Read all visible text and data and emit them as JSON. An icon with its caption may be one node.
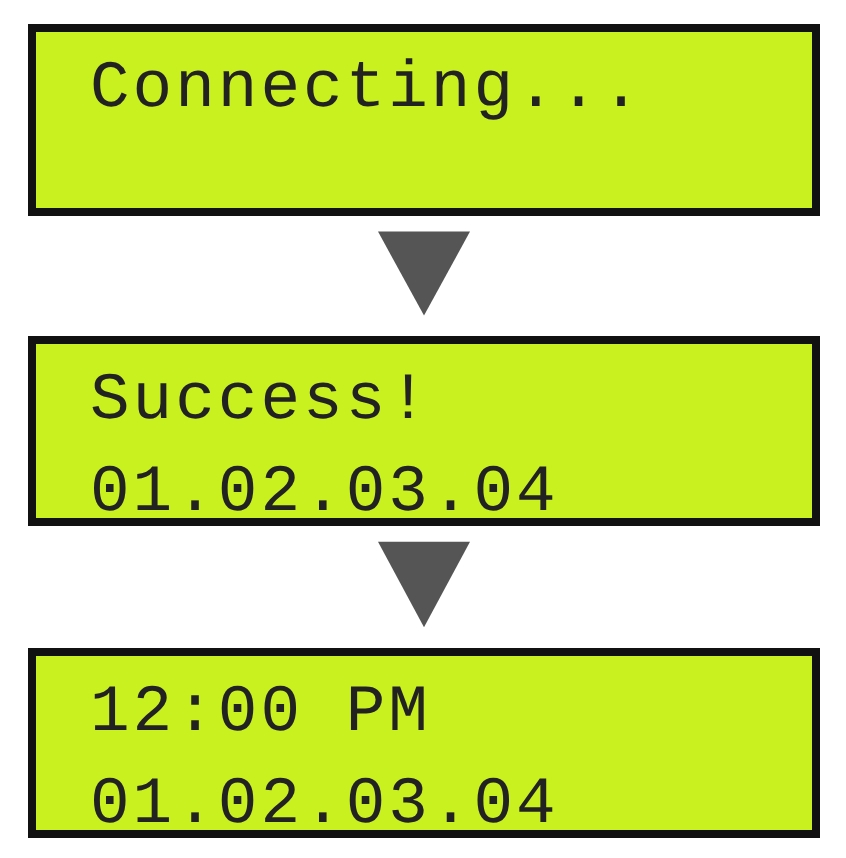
{
  "diagram": {
    "nodes": [
      {
        "text": [
          "Connecting..."
        ]
      },
      {
        "text": [
          "Success!",
          "01.02.03.04"
        ]
      },
      {
        "text": [
          "12:00 PM",
          "01.02.03.04"
        ]
      }
    ],
    "edges": [
      {
        "from": 0,
        "to": 1,
        "arrow": "to"
      },
      {
        "from": 1,
        "to": 2,
        "arrow": "to"
      }
    ]
  }
}
